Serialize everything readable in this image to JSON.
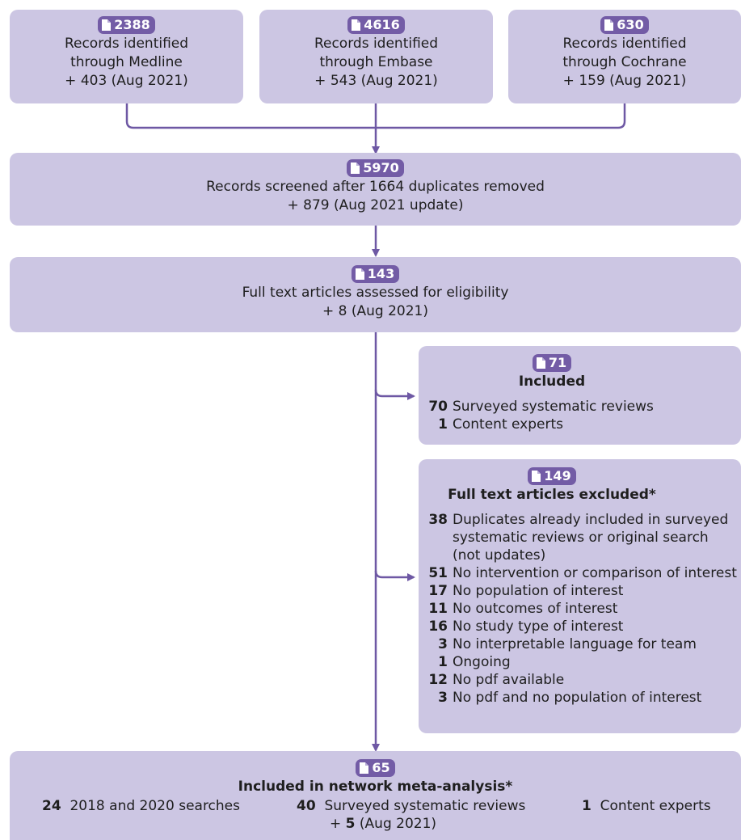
{
  "sources": [
    {
      "count": "2388",
      "line1": "Records identified",
      "line2": "through Medline",
      "line3": "+ 403 (Aug 2021)"
    },
    {
      "count": "4616",
      "line1": "Records identified",
      "line2": "through Embase",
      "line3": "+ 543 (Aug 2021)"
    },
    {
      "count": "630",
      "line1": "Records identified",
      "line2": "through Cochrane",
      "line3": "+ 159 (Aug 2021)"
    }
  ],
  "screened": {
    "count": "5970",
    "line1": "Records screened after 1664 duplicates removed",
    "line2": "+ 879 (Aug 2021 update)"
  },
  "fulltext": {
    "count": "143",
    "line1": "Full text articles assessed for eligibility",
    "line2": "+ 8 (Aug 2021)"
  },
  "included": {
    "count": "71",
    "title": "Included",
    "items": [
      {
        "n": "70",
        "label": "Surveyed systematic reviews"
      },
      {
        "n": "1",
        "label": "Content experts"
      }
    ]
  },
  "excluded": {
    "count": "149",
    "title": "Full text articles excluded*",
    "items": [
      {
        "n": "38",
        "label": "Duplicates already included in surveyed",
        "cont1": "systematic reviews or original search",
        "cont2": "(not updates)"
      },
      {
        "n": "51",
        "label": "No intervention or comparison of interest"
      },
      {
        "n": "17",
        "label": "No population of interest"
      },
      {
        "n": "11",
        "label": "No outcomes of interest"
      },
      {
        "n": "16",
        "label": "No study type of interest"
      },
      {
        "n": "3",
        "label": "No interpretable language for team"
      },
      {
        "n": "1",
        "label": "Ongoing"
      },
      {
        "n": "12",
        "label": "No pdf available"
      },
      {
        "n": "3",
        "label": "No pdf and no population of interest"
      }
    ]
  },
  "nma": {
    "count": "65",
    "title": "Included in network meta-analysis*",
    "col1": {
      "n": "24",
      "label": "2018 and 2020 searches"
    },
    "col2": {
      "n": "40",
      "label": "Surveyed systematic reviews",
      "extra_prefix": "+ ",
      "extra_n": "5",
      "extra_suffix": " (Aug 2021)"
    },
    "col3": {
      "n": "1",
      "label": "Content experts"
    }
  },
  "colors": {
    "box": "#ccc6e3",
    "badge": "#735ca6",
    "connector": "#6e58a4"
  }
}
